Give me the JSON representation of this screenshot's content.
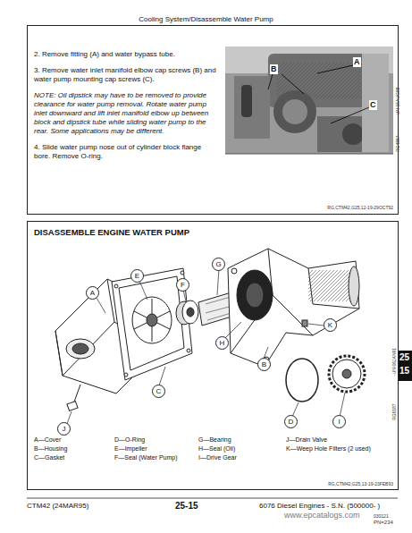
{
  "diagram": {
    "title": "Cooling System/Disassemble Water Pump",
    "labels": [
      "2. Remove fitting (A) and water bypass tube.",
      "3. Remove water inlet manifold elbow cap screws (B) and water pump mounting cap screws (C).",
      "NOTE: Oil dipstick may have to be removed to provide clearance for water pump removal. Rotate water pump inlet downward and lift inlet manifold elbow up between block and dipstick tube while sliding water pump to the rear. Some applications may be different.",
      "4. Slide water pump nose out of cylinder block flange bore. Remove O-ring.",
      "A",
      "B",
      "C",
      "RG4867",
      "-UN-15AUG88",
      "RG,CTM42,G25,12-19-29OCT92",
      "DISASSEMBLE ENGINE WATER PUMP",
      "A",
      "E",
      "F",
      "C",
      "G",
      "K",
      "H",
      "B",
      "D",
      "I",
      "J",
      "RG6187",
      "-UN-06JAN91",
      "A—Cover",
      "B—Housing",
      "C—Gasket",
      "D—O-Ring",
      "E—Impeller",
      "F—Seal (Water Pump)",
      "G—Bearing",
      "H—Seal (Oil)",
      "I—Drive Gear",
      "J—Drain Valve",
      "K—Weep Hole Filters (2 used)",
      "RG,CTM42,G25,13-19-23FEB93",
      "CTM42 (24MAR95)",
      "25-15",
      "6076 Diesel Engines - S.N. (500000- )",
      "030121",
      "PN=234",
      "25",
      "15",
      "www.epcatalogs.com"
    ]
  }
}
